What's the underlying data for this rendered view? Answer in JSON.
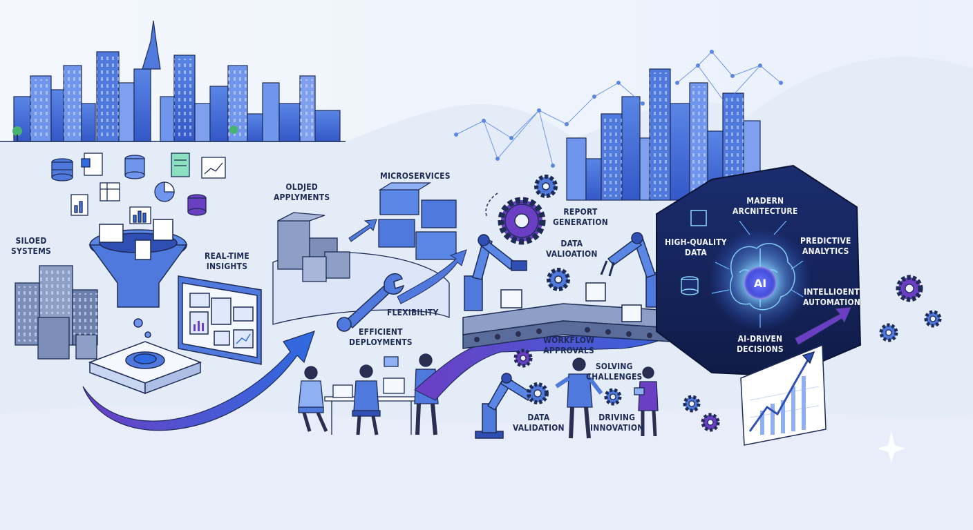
{
  "labels": {
    "siloed_systems": [
      "SILOED",
      "SYSTEMS"
    ],
    "real_time_insights": [
      "REAL-TIME",
      "INSIGHTS"
    ],
    "old_applications": [
      "OLDJED",
      "APPLYMENTS"
    ],
    "microservices": [
      "MICROSERVICES"
    ],
    "flexibility": [
      "FLEXIBILITY"
    ],
    "efficient_deployments": [
      "EFFICIENT",
      "DEPLOYMENTS"
    ],
    "report_generation": [
      "REPORT",
      "GENERATION"
    ],
    "data_validation_top": [
      "DATA",
      "VALIOATION"
    ],
    "workflow_approvals": [
      "WORKFLOW",
      "APPROVALS"
    ],
    "solving_challenges": [
      "SOLVING",
      "CHALLENGES"
    ],
    "data_validation_bottom": [
      "DATA",
      "VALIDATION"
    ],
    "driving_innovation": [
      "DRIVING",
      "INNOVATION"
    ],
    "modern_architecture": [
      "MADERN",
      "ARCNITECTURE"
    ],
    "high_quality_data": [
      "HIGH-QUALITY",
      "DATA"
    ],
    "predictive_analytics": [
      "PREDICTIVE",
      "ANALYTICS"
    ],
    "intelligent_automation": [
      "INTELLIOENT",
      "AUTOMATION"
    ],
    "ai_driven_decisions": [
      "AI-DRIVEN",
      "DECISIONS"
    ],
    "ai_badge": "AI"
  },
  "colors": {
    "background": "#eef3fb",
    "primary_blue": "#3f63d8",
    "deep_navy": "#14224f",
    "accent_purple": "#6b3fc4",
    "outline": "#1d2b55",
    "glow": "#7fd7ff"
  },
  "icons": [
    "database-icon",
    "spreadsheet-icon",
    "pie-chart-icon",
    "bar-chart-icon",
    "gear-icon",
    "wrench-icon",
    "brain-icon",
    "funnel-icon",
    "server-icon",
    "robot-arm-icon",
    "conveyor-icon",
    "growth-chart-icon"
  ]
}
